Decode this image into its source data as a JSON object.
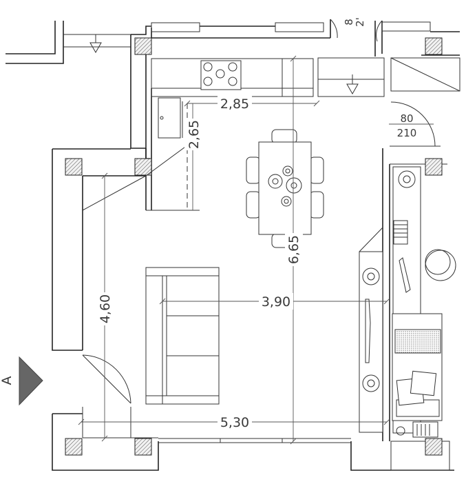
{
  "plan": {
    "dimensions": {
      "kitchen_width": "2,85",
      "kitchen_depth": "2,65",
      "room_length": "6,65",
      "living_depth": "4,60",
      "living_width": "3,90",
      "total_width": "5,30"
    },
    "door_label": {
      "width": "80",
      "height": "210"
    },
    "partial_text": {
      "top_right": "8",
      "top_right_2": "2'"
    },
    "section_marker": "A"
  }
}
